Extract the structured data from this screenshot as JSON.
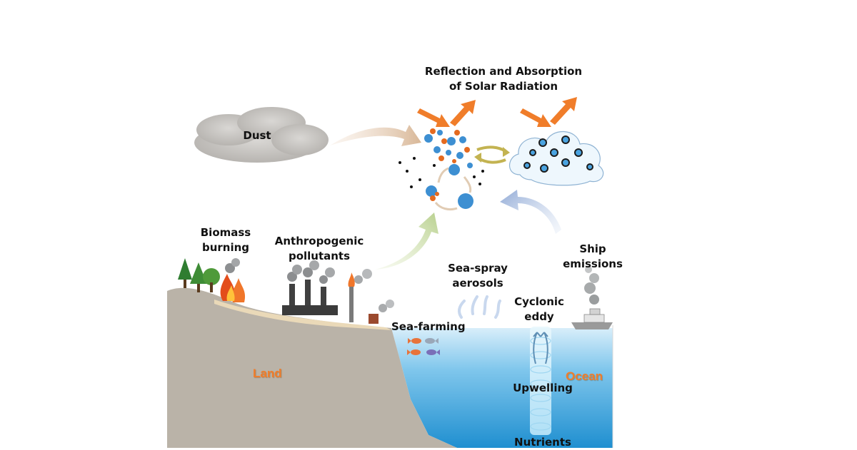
{
  "labels": {
    "reflection": "Reflection and Absorption\nof Solar Radiation",
    "dust": "Dust",
    "biomass": "Biomass\nburning",
    "anthropogenic": "Anthropogenic\npollutants",
    "sea_spray": "Sea-spray\naerosols",
    "ship": "Ship\nemissions",
    "cyclonic": "Cyclonic\neddy",
    "sea_farming": "Sea-farming",
    "upwelling": "Upwelling",
    "nutrients": "Nutrients",
    "land": "Land",
    "ocean": "Ocean"
  },
  "colors": {
    "solar_arrow": "#f07d2a",
    "land": "#bab3a8",
    "ocean": "#3aa5dd",
    "aerosol_blue": "#3d8fd2",
    "aerosol_orange": "#e56a1f",
    "region_label": "#f07d2a"
  }
}
